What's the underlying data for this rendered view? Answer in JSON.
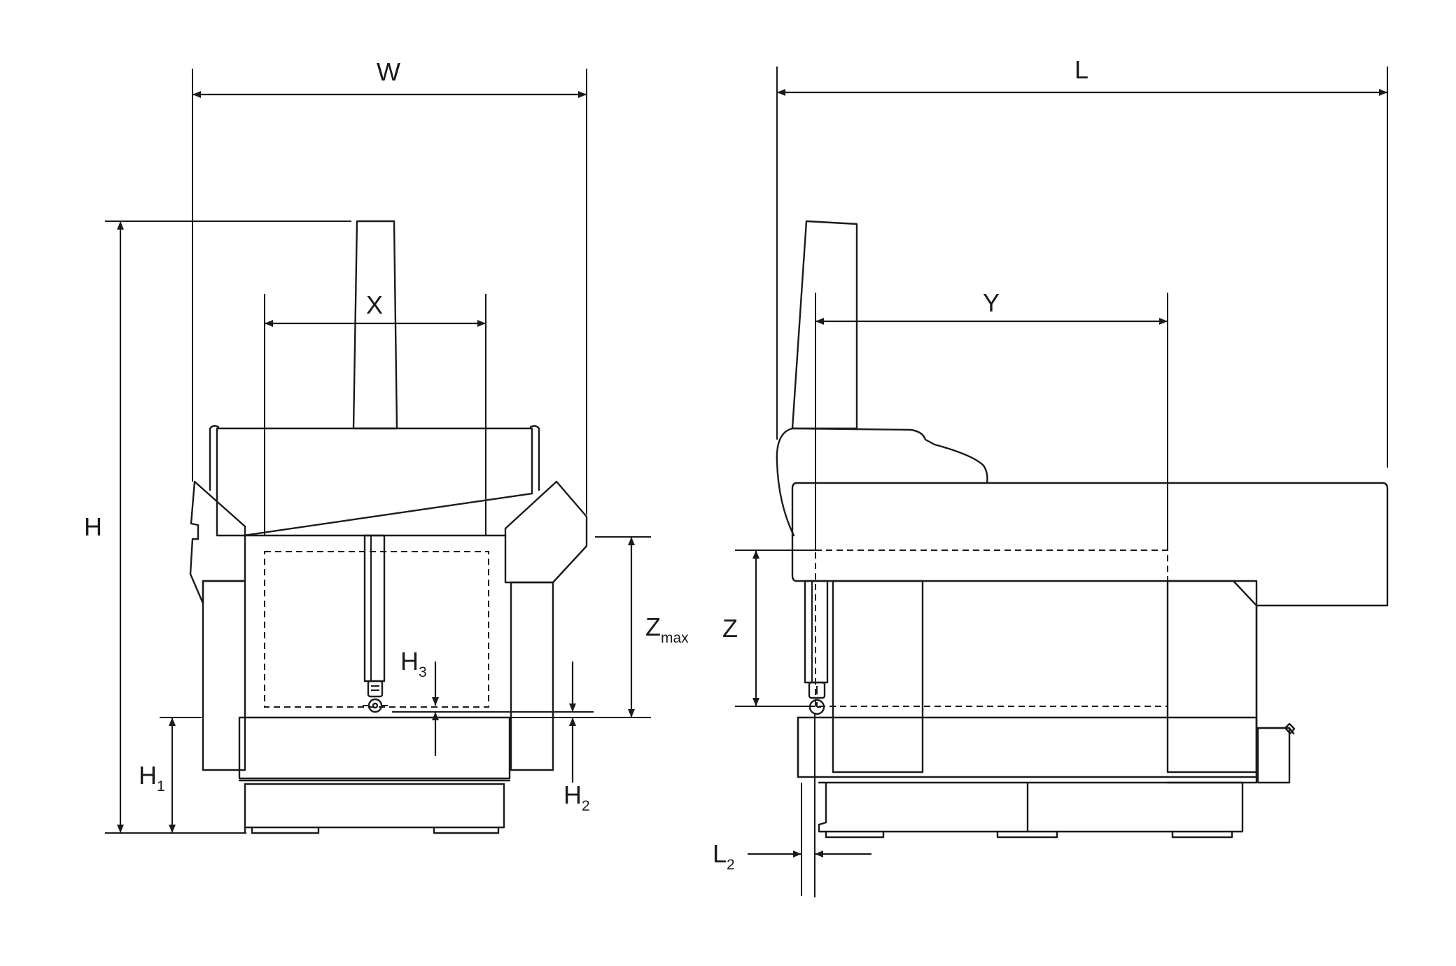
{
  "labels": {
    "w": "W",
    "l": "L",
    "x": "X",
    "y": "Y",
    "h": "H",
    "h1": "H",
    "h1_sub": "1",
    "h2": "H",
    "h2_sub": "2",
    "h3": "H",
    "h3_sub": "3",
    "zmax": "Z",
    "zmax_sub": "max",
    "z": "Z",
    "l2": "L",
    "l2_sub": "2"
  }
}
